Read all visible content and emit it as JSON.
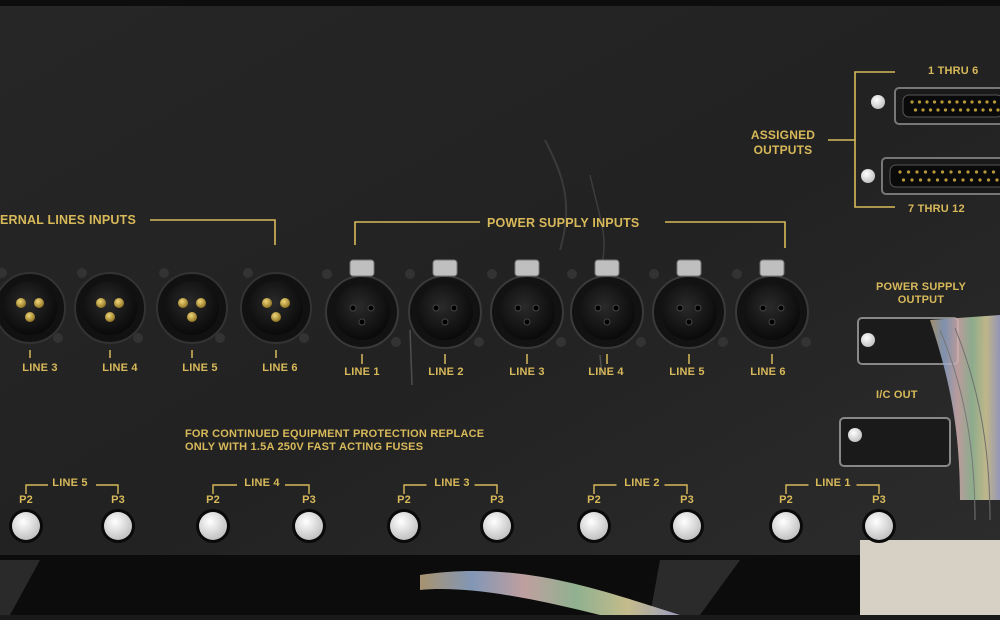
{
  "panel": {
    "external_header": "ERNAL LINES INPUTS",
    "power_supply_inputs_header": "POWER SUPPLY INPUTS",
    "assigned_outputs": [
      "ASSIGNED",
      "OUTPUTS"
    ],
    "range_top": "1 THRU 6",
    "range_bottom": "7 THRU 12",
    "power_supply_output": [
      "POWER SUPPLY",
      "OUTPUT"
    ],
    "ic_out": "I/C OUT",
    "warning": [
      "FOR CONTINUED EQUIPMENT PROTECTION REPLACE",
      "ONLY WITH 1.5A 250V FAST ACTING FUSES"
    ],
    "male_line_labels": [
      "LINE 3",
      "LINE 4",
      "LINE 5",
      "LINE 6"
    ],
    "female_line_labels": [
      "LINE 1",
      "LINE 2",
      "LINE 3",
      "LINE 4",
      "LINE 5",
      "LINE 6"
    ],
    "fuse_groups": [
      {
        "name": "LINE 5",
        "p_left": "P2",
        "p_right": "P3"
      },
      {
        "name": "LINE 4",
        "p_left": "P2",
        "p_right": "P3"
      },
      {
        "name": "LINE 3",
        "p_left": "P2",
        "p_right": "P3"
      },
      {
        "name": "LINE 2",
        "p_left": "P2",
        "p_right": "P3"
      },
      {
        "name": "LINE 1",
        "p_left": "P2",
        "p_right": "P3"
      }
    ]
  },
  "colors": {
    "panel": "#232323",
    "label_gold": "#d8b95a",
    "connector_body": "#0e0e0e",
    "pin_brass": "#c9a83a",
    "fuse_cap": "#eaeaea"
  }
}
